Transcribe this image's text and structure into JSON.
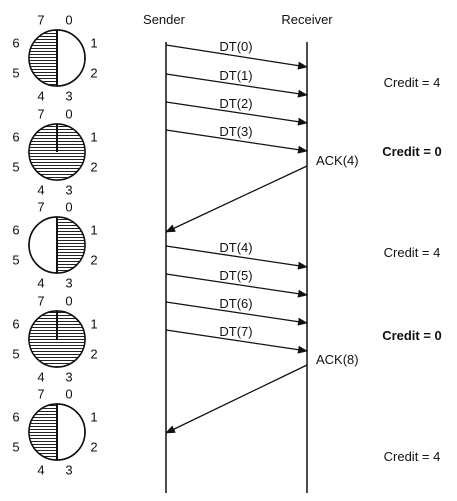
{
  "actors": {
    "sender": "Sender",
    "receiver": "Receiver"
  },
  "dial_numbers": [
    "7",
    "0",
    "1",
    "2",
    "3",
    "4",
    "5",
    "6"
  ],
  "windows": [
    {
      "shaded": "left-half"
    },
    {
      "shaded": "full"
    },
    {
      "shaded": "right-half"
    },
    {
      "shaded": "full"
    },
    {
      "shaded": "left-half"
    }
  ],
  "messages": [
    {
      "label": "DT(0)",
      "dir": "to-receiver"
    },
    {
      "label": "DT(1)",
      "dir": "to-receiver"
    },
    {
      "label": "DT(2)",
      "dir": "to-receiver"
    },
    {
      "label": "DT(3)",
      "dir": "to-receiver"
    },
    {
      "label": "ACK(4)",
      "dir": "to-sender"
    },
    {
      "label": "DT(4)",
      "dir": "to-receiver"
    },
    {
      "label": "DT(5)",
      "dir": "to-receiver"
    },
    {
      "label": "DT(6)",
      "dir": "to-receiver"
    },
    {
      "label": "DT(7)",
      "dir": "to-receiver"
    },
    {
      "label": "ACK(8)",
      "dir": "to-sender"
    }
  ],
  "credits": [
    {
      "text": "Credit = 4",
      "bold": false
    },
    {
      "text": "Credit = 0",
      "bold": true
    },
    {
      "text": "Credit = 4",
      "bold": false
    },
    {
      "text": "Credit = 0",
      "bold": true
    },
    {
      "text": "Credit = 4",
      "bold": false
    }
  ]
}
